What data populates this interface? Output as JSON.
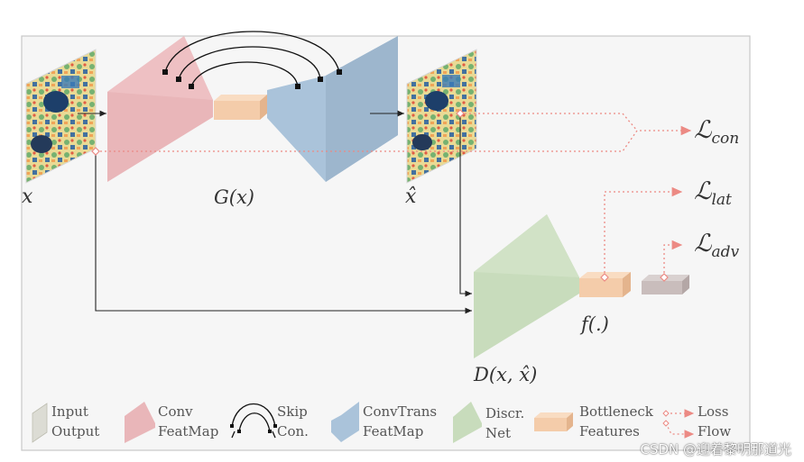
{
  "labels": {
    "input": "x",
    "generator": "G(x)",
    "reconstruction": "x̂",
    "discriminator": "D(x, x̂)",
    "features": "f(.)"
  },
  "losses": {
    "con": {
      "symbol": "ℒ",
      "sub": "con"
    },
    "lat": {
      "symbol": "ℒ",
      "sub": "lat"
    },
    "adv": {
      "symbol": "ℒ",
      "sub": "adv"
    }
  },
  "legend": {
    "input_output": [
      "Input",
      "Output"
    ],
    "conv": [
      "Conv",
      "FeatMap"
    ],
    "skip": [
      "Skip",
      "Con."
    ],
    "convtrans": [
      "ConvTrans",
      "FeatMap"
    ],
    "discr": [
      "Discr.",
      "Net"
    ],
    "bottleneck": [
      "Bottleneck",
      "Features"
    ],
    "loss_flow": [
      "Loss",
      "Flow"
    ]
  },
  "watermark": "CSDN @迎着黎明那道光",
  "colors": {
    "conv": "#e9b6b9",
    "convtrans": "#aac3da",
    "discr": "#c8dcbc",
    "bottleneck": "#f4ccaa",
    "loss": "#ec8a84",
    "frame": "#f6f6f6"
  }
}
